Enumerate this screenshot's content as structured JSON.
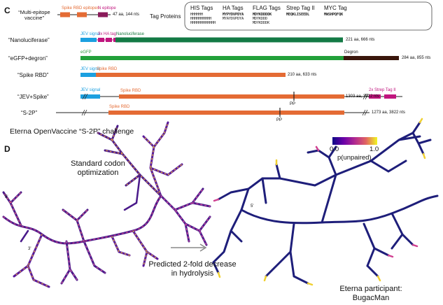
{
  "panel_c": {
    "label": "C",
    "rows": [
      {
        "name": "“Multi-epitope vaccine”",
        "domains": [
          "Spike RBD epitopes",
          "N epitope"
        ],
        "length": "47 aa, 144 nts"
      },
      {
        "name": "“Nanoluciferase”",
        "domains": [
          "JEV signal",
          "3x HA tag",
          "Nanoluciferase"
        ],
        "length": "221 aa, 666 nts"
      },
      {
        "name": "“eGFP+degron”",
        "domains": [
          "eGFP",
          "Degron"
        ],
        "length": "284 aa, 855 nts"
      },
      {
        "name": "“Spike RBD”",
        "domains": [
          "JEV signal",
          "Spike RBD"
        ],
        "length": "210 aa, 633 nts"
      },
      {
        "name": "“JEV+Spike”",
        "domains": [
          "JEV signal",
          "Spike RBD",
          "2x Strep Tag II"
        ],
        "marker": "PP",
        "length": "1303 aa, 3912 nts"
      },
      {
        "name": "“S-2P”",
        "domains": [
          "Spike RBD"
        ],
        "marker": "PP",
        "length": "1273 aa, 3822 nts"
      }
    ],
    "tag_proteins": {
      "title": "Tag Proteins",
      "columns": [
        {
          "header": "HIS Tags",
          "seqs": [
            "HHHHHH",
            "HHHHHHHHHH",
            "HHHHHHHHHHHH"
          ]
        },
        {
          "header": "HA Tags",
          "seqs": [
            "MYPYDVPDYA",
            "MYAYDVPDYA"
          ]
        },
        {
          "header": "FLAG Tags",
          "seqs": [
            "MDYKDDDDK",
            "MDYKDDD",
            "MDYKDDDK"
          ]
        },
        {
          "header": "Strep Tag II",
          "seqs": [
            "MEQKLISEEDL"
          ]
        },
        {
          "header": "MYC Tag",
          "seqs": [
            "MWSHPQFQK"
          ]
        }
      ]
    },
    "caption": "Eterna OpenVaccine “S-2P” challenge"
  },
  "panel_d": {
    "label": "D",
    "left_label": "Standard codon optimization",
    "arrow_caption": "Predicted 2-fold decrease in hydrolysis",
    "right_label": "Eterna participant: BugacMan",
    "colorbar": {
      "min": "0.0",
      "max": "1.0",
      "title": "p(unpaired)"
    },
    "end_markers": [
      "3'",
      "5'",
      "5'"
    ]
  },
  "colors": {
    "spike": "#e46b34",
    "magenta": "#c0157e",
    "jev": "#1ca0e0",
    "nanoluc": "#137a45",
    "egfp": "#22a03a",
    "degron": "#3a160c",
    "backbone": "#1e1e7a"
  }
}
